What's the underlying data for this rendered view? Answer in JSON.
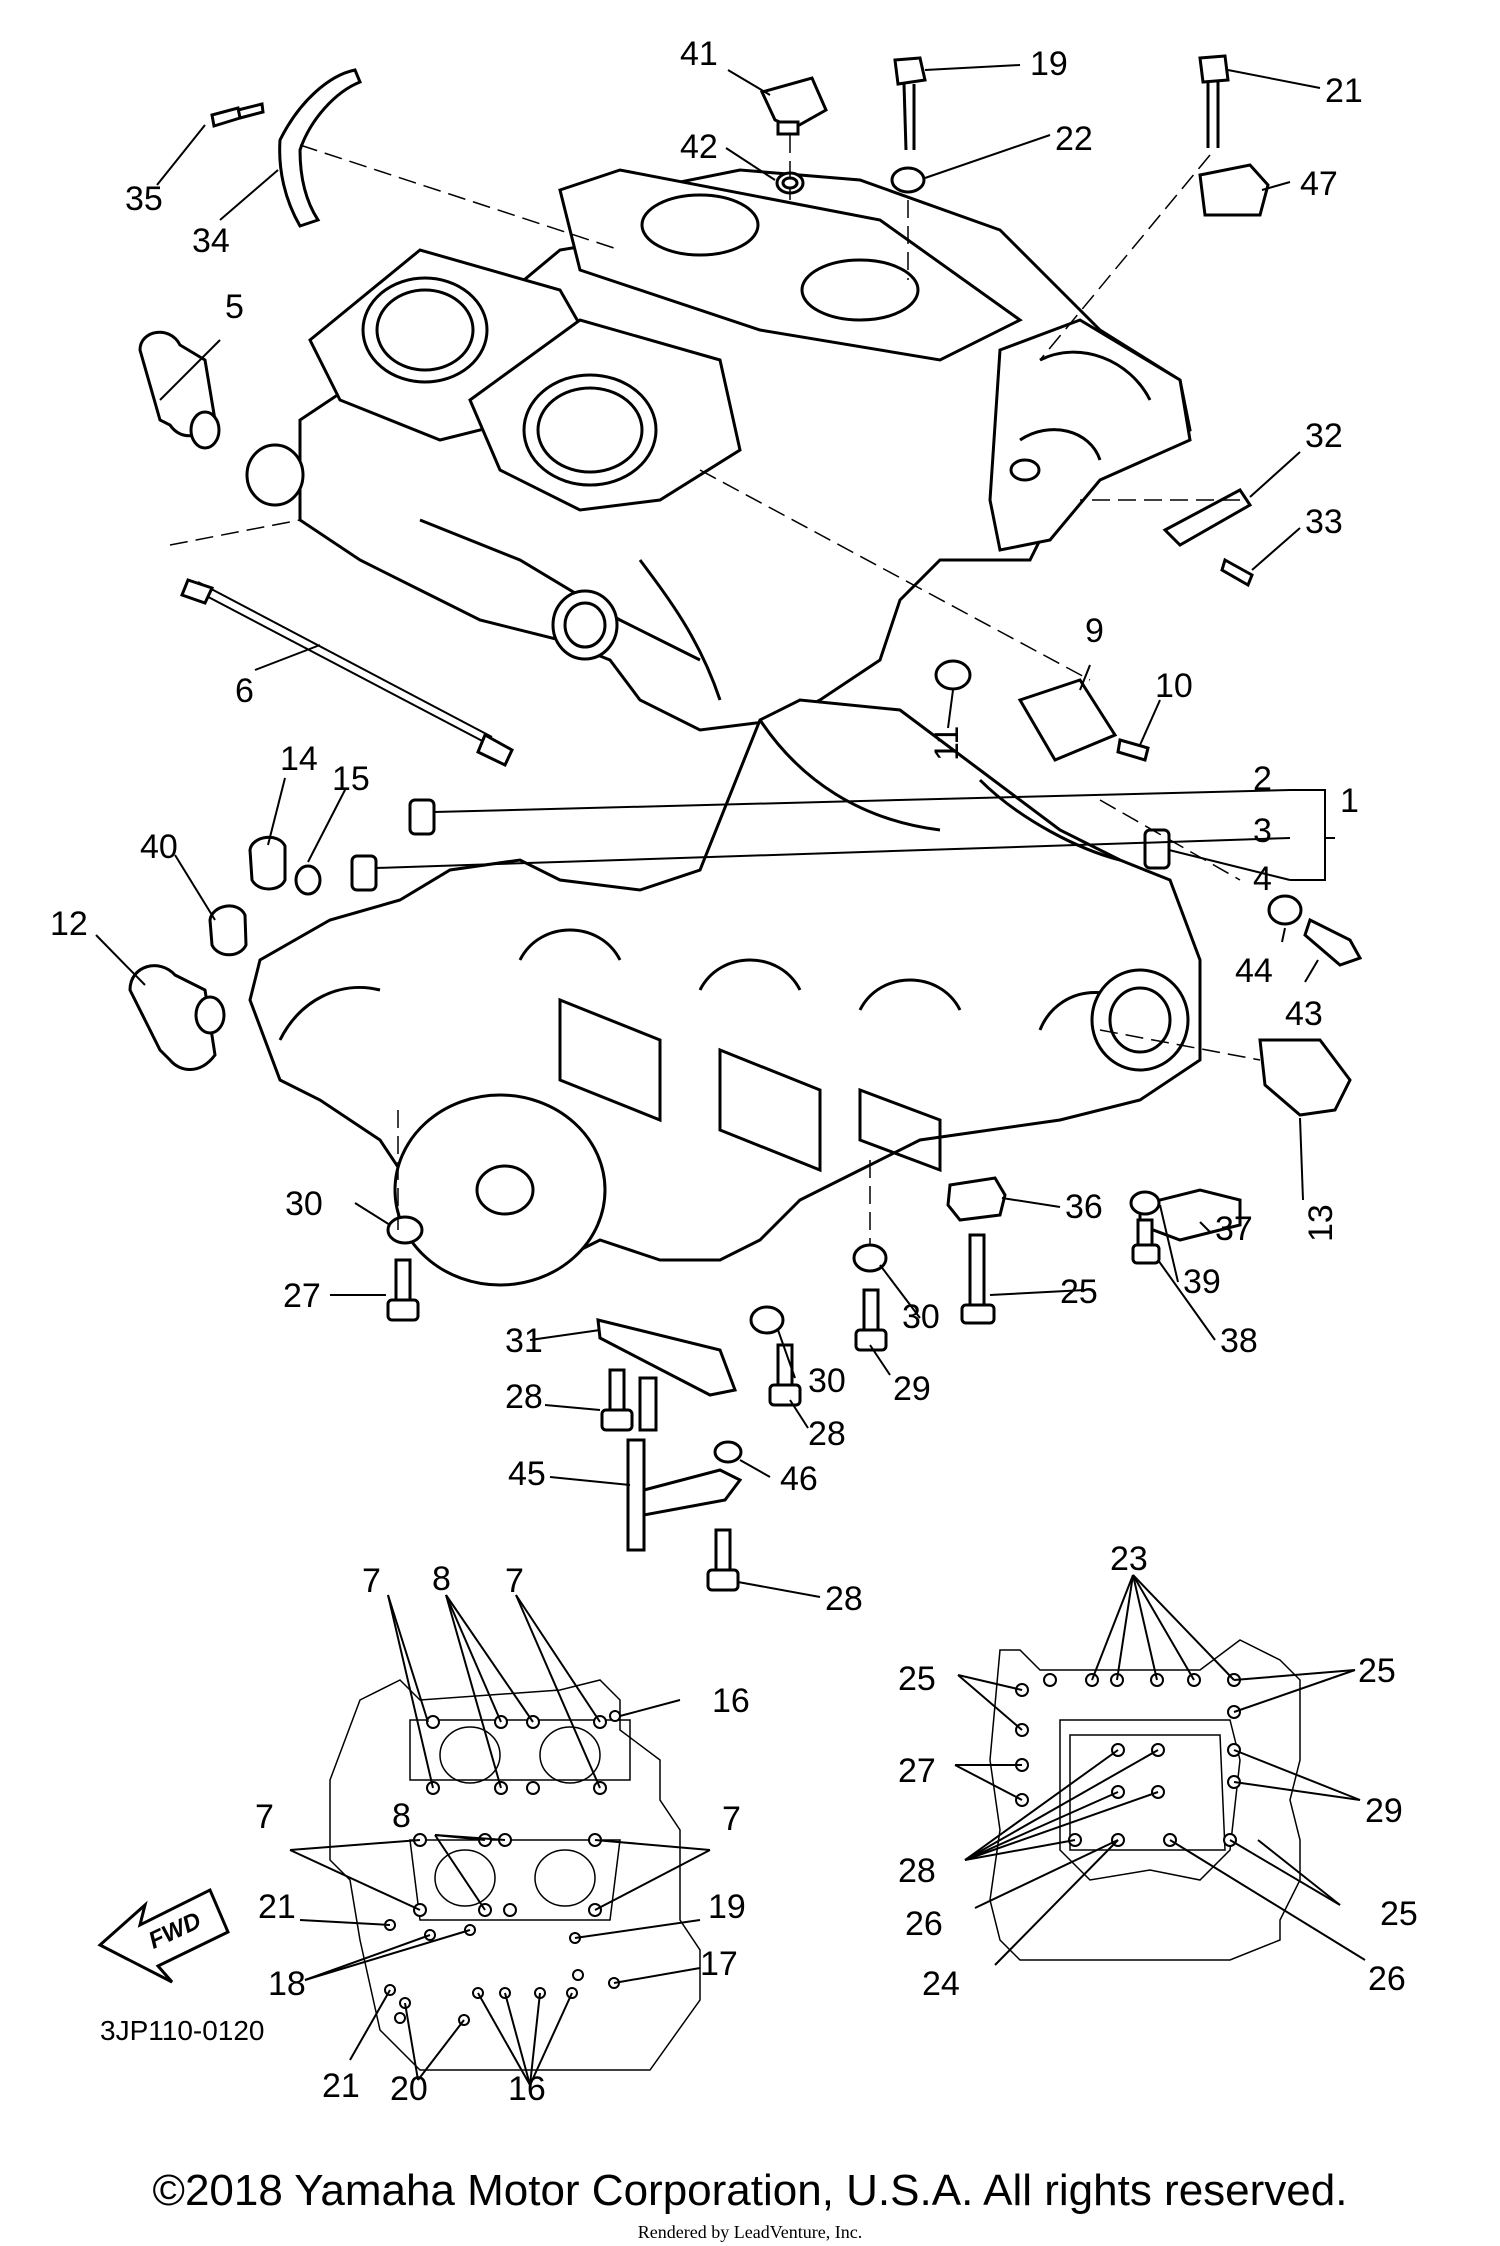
{
  "callouts": {
    "p1": "1",
    "p2": "2",
    "p3": "3",
    "p4": "4",
    "p5": "5",
    "p6": "6",
    "p7a": "7",
    "p7b": "7",
    "p7c": "7",
    "p7d": "7",
    "p8a": "8",
    "p8b": "8",
    "p9": "9",
    "p10": "10",
    "p11": "11",
    "p12": "12",
    "p13": "13",
    "p14": "14",
    "p15": "15",
    "p16a": "16",
    "p16b": "16",
    "p17": "17",
    "p18": "18",
    "p19a": "19",
    "p19b": "19",
    "p20": "20",
    "p21a": "21",
    "p21b": "21",
    "p21c": "21",
    "p22": "22",
    "p23": "23",
    "p24": "24",
    "p25a": "25",
    "p25b": "25",
    "p25c": "25",
    "p25d": "25",
    "p26a": "26",
    "p26b": "26",
    "p27a": "27",
    "p27b": "27",
    "p28a": "28",
    "p28b": "28",
    "p28c": "28",
    "p28d": "28",
    "p29a": "29",
    "p29b": "29",
    "p30a": "30",
    "p30b": "30",
    "p30c": "30",
    "p31": "31",
    "p32": "32",
    "p33": "33",
    "p34": "34",
    "p35": "35",
    "p36": "36",
    "p37": "37",
    "p38": "38",
    "p39": "39",
    "p40": "40",
    "p41": "41",
    "p42": "42",
    "p43": "43",
    "p44": "44",
    "p45": "45",
    "p46": "46",
    "p47": "47"
  },
  "fwd_label": "FWD",
  "diagram_code": "3JP110-0120",
  "copyright": "©2018 Yamaha Motor Corporation, U.S.A. All rights reserved.",
  "rendered_by": "Rendered by LeadVenture, Inc."
}
